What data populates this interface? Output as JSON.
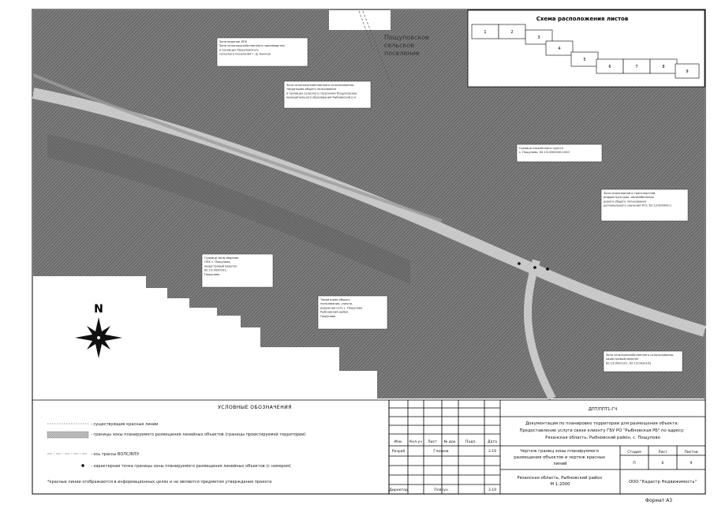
{
  "map": {
    "place_label": [
      "Пощуповское",
      "сельское",
      "поселение"
    ],
    "north_label": "N",
    "callouts": [
      [
        "Зона ведения ЛПХ",
        "Зона сельскохозяйственного производства",
        "в границах Пощуповского",
        "сельского поселения Г. Д. Бычков"
      ],
      [
        "Зона сельскохозяйственного использования,",
        "территория общего пользования",
        "в границах сельского поселения Пощуповское",
        "муниципального образования Рыбновский р-н"
      ],
      [
        "Граница населённого пункта",
        "с. Пощупово, 62:13:0000000:1000"
      ],
      [
        "Зона инженерной и транспортной",
        "инфраструктуры, автомобильная",
        "дорога общего пользования",
        "регионального значения М-5, 62:13:000000:1"
      ],
      [
        "Граница зоны ведения",
        "ЛПХ с. Пощупово,",
        "кадастровый квартал",
        "62:13:0020101,",
        "Пощупово"
      ],
      [
        "Территория общего",
        "пользования, улично-",
        "дорожная сеть с. Пощупово",
        "Рыбновский район",
        "Пощупово"
      ],
      [
        "Зона сельскохозяйственного использования,",
        "кадастровый квартал",
        "62:13:0020101, 62:13:0020102"
      ]
    ]
  },
  "scheme": {
    "title": "Схема расположения листов",
    "sheets": [
      "1",
      "2",
      "3",
      "4",
      "5",
      "6",
      "7",
      "8",
      "9"
    ]
  },
  "legend": {
    "title": "УСЛОВНЫЕ ОБОЗНАЧЕНИЯ",
    "items": [
      {
        "text": "- существующие красные линии"
      },
      {
        "text": "- границы зоны планируемого размещения линейных объектов (границы проектируемой территории)"
      },
      {
        "text": "- ось трассы ВОЛС/ВЛЭ"
      },
      {
        "text": "- характерная точка границы зоны планируемого размещения линейных объектов (с номером)"
      }
    ],
    "footnote": "*красные линии отображаются в информационных целях и не являются предметом утверждения проекта"
  },
  "title_block": {
    "doc_code": "ДПТ/ППТ1-ГЧ",
    "description": [
      "Документация по планировке территории для размещения объекта:",
      "Предоставление услуги связи клиенту ГБУ РО \"Рыбновская РБ\" по адресу:",
      "Рязанская область, Рыбновский район, с. Пощупово"
    ],
    "headers": [
      "Изм.",
      "Кол.уч",
      "Лист",
      "№ док",
      "Подп.",
      "Дата"
    ],
    "rows": [
      {
        "role": "Разраб",
        "name": "Глазков",
        "date": "3.19"
      },
      {
        "role": "Директор",
        "name": "Плясун",
        "date": "3.19"
      }
    ],
    "sheet_name": [
      "Чертеж границ зоны планируемого",
      "размещения объектов и чертеж красных",
      "линий"
    ],
    "location": [
      "Рязанская область, Рыбновский район",
      "М 1:2000"
    ],
    "stage_headers": [
      "Стадия",
      "Лист",
      "Листов"
    ],
    "stage_values": [
      "П",
      "6",
      "9"
    ],
    "company": "ООО \"Кадастр Недвижимость\"",
    "format": "Формат А3"
  }
}
